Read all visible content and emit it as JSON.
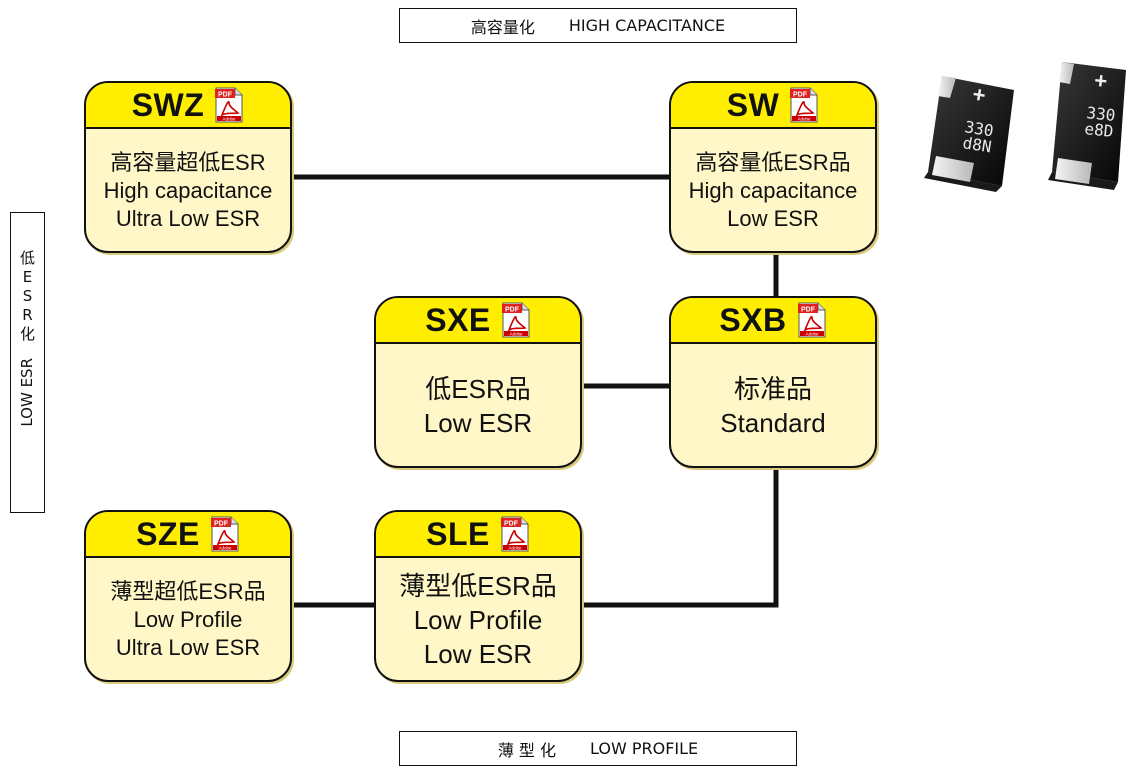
{
  "top_label": {
    "cn": "高容量化",
    "en": "HIGH CAPACITANCE"
  },
  "bottom_label": {
    "cn": "薄 型 化",
    "en": "LOW PROFILE"
  },
  "left_label": {
    "chars": [
      "低",
      "E",
      "S",
      "R",
      "化"
    ],
    "en": "LOW ESR"
  },
  "icons": {
    "pdf": "pdf-icon",
    "adobe_text": "Adobe",
    "pdf_text": "PDF"
  },
  "photo": {
    "part1_marking": [
      "330",
      "d8N"
    ],
    "part2_marking": [
      "330",
      "e8D"
    ],
    "polarity": "+"
  },
  "boxes": {
    "swz": {
      "code": "SWZ",
      "lines": [
        "高容量超低ESR",
        "High capacitance",
        "Ultra Low ESR"
      ]
    },
    "sw": {
      "code": "SW",
      "lines": [
        "高容量低ESR品",
        "High capacitance",
        "Low ESR"
      ]
    },
    "sxe": {
      "code": "SXE",
      "lines": [
        "低ESR品",
        "Low ESR"
      ]
    },
    "sxb": {
      "code": "SXB",
      "lines": [
        "标准品",
        "Standard"
      ]
    },
    "sze": {
      "code": "SZE",
      "lines": [
        "薄型超低ESR品",
        "Low Profile",
        "Ultra Low ESR"
      ]
    },
    "sle": {
      "code": "SLE",
      "lines": [
        "薄型低ESR品",
        "Low Profile",
        "Low ESR"
      ]
    }
  },
  "colors": {
    "header": "#ffee00",
    "body": "#fff7c7",
    "line": "#111111"
  }
}
